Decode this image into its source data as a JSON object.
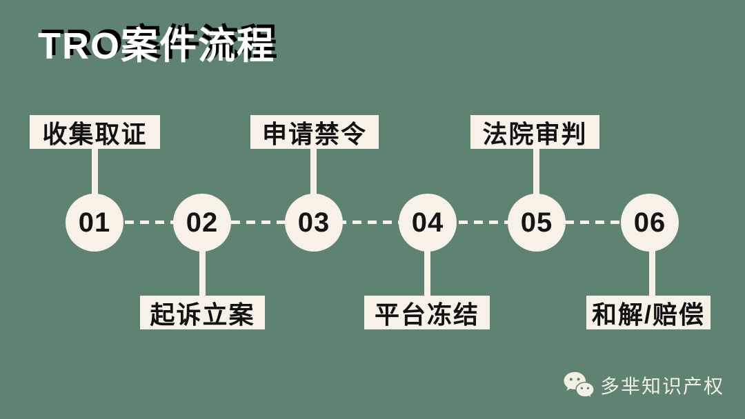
{
  "title": "TRO案件流程",
  "colors": {
    "background": "#5E8471",
    "cream": "#F7F1E7",
    "label_text": "#111111",
    "title_text": "#FFFFFF",
    "title_shadow": "#000000"
  },
  "steps": [
    {
      "number": "01",
      "label": "收集取证",
      "label_position": "above"
    },
    {
      "number": "02",
      "label": "起诉立案",
      "label_position": "below"
    },
    {
      "number": "03",
      "label": "申请禁令",
      "label_position": "above"
    },
    {
      "number": "04",
      "label": "平台冻结",
      "label_position": "below"
    },
    {
      "number": "05",
      "label": "法院审判",
      "label_position": "above"
    },
    {
      "number": "06",
      "label": "和解/赔偿",
      "label_position": "below"
    }
  ],
  "footer": {
    "logo": "wechat-icon",
    "brand": "多芈知识产权"
  }
}
